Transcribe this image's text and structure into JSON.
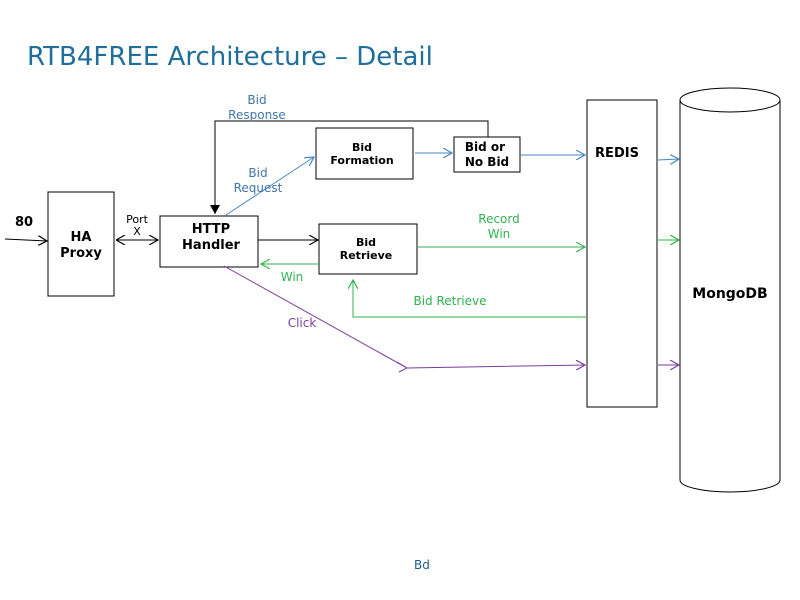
{
  "title": "RTB4FREE Architecture – Detail",
  "footer": "Bd",
  "colors": {
    "title": "#1f6e9c",
    "blue_flow": "#4a86c0",
    "green_flow": "#2fb24f",
    "purple_flow": "#7a3d9a",
    "label_blue": "#3f76a8"
  },
  "nodes": {
    "port_80": "80",
    "ha_proxy": [
      "HA",
      "Proxy"
    ],
    "port_x": [
      "Port",
      "X"
    ],
    "http_handler": [
      "HTTP",
      "Handler"
    ],
    "bid_formation": [
      "Bid",
      "Formation"
    ],
    "bid_or_nobid": [
      "Bid or",
      "No Bid"
    ],
    "bid_retrieve": [
      "Bid",
      "Retrieve"
    ],
    "redis": "REDIS",
    "mongodb": "MongoDB"
  },
  "edges": {
    "bid_response": [
      "Bid",
      "Response"
    ],
    "bid_request": [
      "Bid",
      "Request"
    ],
    "record_win": [
      "Record",
      "Win"
    ],
    "win": "Win",
    "bid_retrieve": "Bid Retrieve",
    "click": "Click"
  }
}
